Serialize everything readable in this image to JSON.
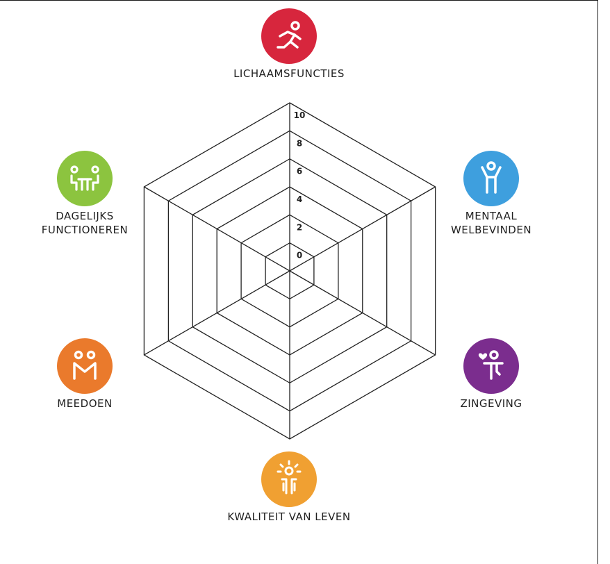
{
  "chart_data": {
    "type": "radar",
    "axes": [
      {
        "name_lines": [
          "LICHAAMSFUNCTIES"
        ],
        "color": "#d7263d",
        "icon": "running-person-icon"
      },
      {
        "name_lines": [
          "MENTAAL",
          "WELBEVINDEN"
        ],
        "color": "#3e9fde",
        "icon": "cheering-person-icon"
      },
      {
        "name_lines": [
          "ZINGEVING"
        ],
        "color": "#7b2d8e",
        "icon": "person-with-heart-icon"
      },
      {
        "name_lines": [
          "KWALITEIT VAN LEVEN"
        ],
        "color": "#f0a032",
        "icon": "sun-person-icon"
      },
      {
        "name_lines": [
          "MEEDOEN"
        ],
        "color": "#ea7a2c",
        "icon": "two-people-icon"
      },
      {
        "name_lines": [
          "DAGELIJKS",
          "FUNCTIONEREN"
        ],
        "color": "#8cc43f",
        "icon": "people-at-table-icon"
      }
    ],
    "rings": [
      0,
      2,
      4,
      6,
      8,
      10
    ],
    "tick_labels": [
      "0",
      "2",
      "4",
      "6",
      "8",
      "10"
    ],
    "rlim": [
      0,
      10
    ],
    "series": []
  }
}
